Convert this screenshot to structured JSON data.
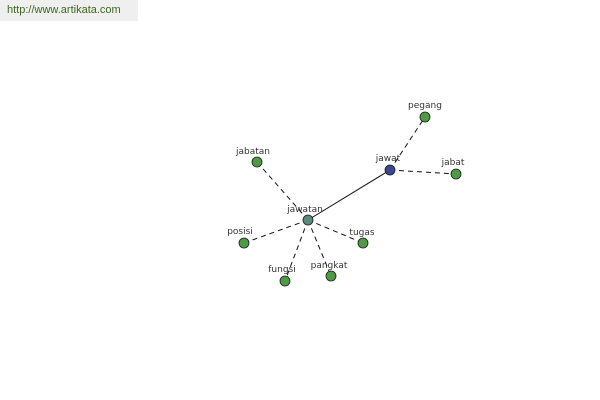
{
  "url": "http://www.artikata.com",
  "colors": {
    "center_node": "#5a8a7c",
    "hub_node": "#3b4690",
    "leaf_node": "#4e9a45",
    "edge": "#111111"
  },
  "graph": {
    "nodes": [
      {
        "id": "jawatan",
        "label": "jawatan",
        "kind": "center"
      },
      {
        "id": "jawat",
        "label": "jawat",
        "kind": "hub"
      },
      {
        "id": "pegang",
        "label": "pegang",
        "kind": "leaf"
      },
      {
        "id": "jabat",
        "label": "jabat",
        "kind": "leaf"
      },
      {
        "id": "jabatan",
        "label": "jabatan",
        "kind": "leaf"
      },
      {
        "id": "posisi",
        "label": "posisi",
        "kind": "leaf"
      },
      {
        "id": "tugas",
        "label": "tugas",
        "kind": "leaf"
      },
      {
        "id": "fungsi",
        "label": "fungsi",
        "kind": "leaf"
      },
      {
        "id": "pangkat",
        "label": "pangkat",
        "kind": "leaf"
      }
    ],
    "edges": [
      {
        "from": "jawatan",
        "to": "jawat",
        "style": "solid"
      },
      {
        "from": "jawat",
        "to": "pegang",
        "style": "dashed"
      },
      {
        "from": "jawat",
        "to": "jabat",
        "style": "dashed"
      },
      {
        "from": "jawatan",
        "to": "jabatan",
        "style": "dashed"
      },
      {
        "from": "jawatan",
        "to": "posisi",
        "style": "dashed"
      },
      {
        "from": "jawatan",
        "to": "tugas",
        "style": "dashed"
      },
      {
        "from": "jawatan",
        "to": "fungsi",
        "style": "dashed"
      },
      {
        "from": "jawatan",
        "to": "pangkat",
        "style": "dashed"
      }
    ]
  }
}
